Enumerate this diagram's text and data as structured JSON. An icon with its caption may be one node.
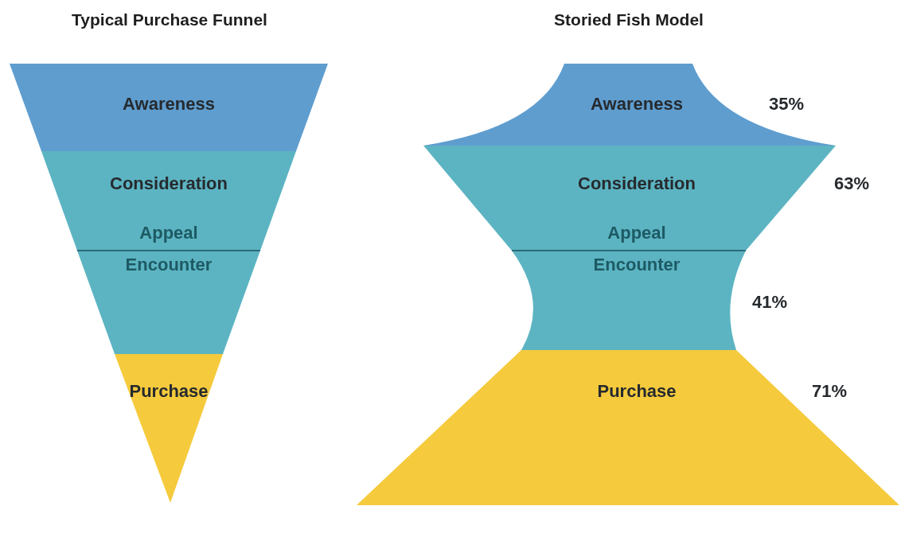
{
  "diagram": {
    "nodes": [
      {
        "text": [
          "Awareness"
        ]
      },
      {
        "text": [
          "Consideration",
          "Appeal"
        ]
      },
      {
        "text": [
          "Encounter"
        ]
      },
      {
        "text": [
          "Purchase"
        ]
      },
      {
        "text": [
          "Awareness"
        ],
        "beside": [
          "35%"
        ]
      },
      {
        "text": [
          "Consideration",
          "Appeal"
        ],
        "beside": [
          "63%"
        ]
      },
      {
        "text": [
          "Encounter"
        ],
        "beside": [
          "41%"
        ]
      },
      {
        "text": [
          "Purchase"
        ],
        "beside": [
          "71%"
        ]
      }
    ],
    "labels": [
      "Typical Purchase Funnel",
      "Storied Fish Model"
    ]
  }
}
